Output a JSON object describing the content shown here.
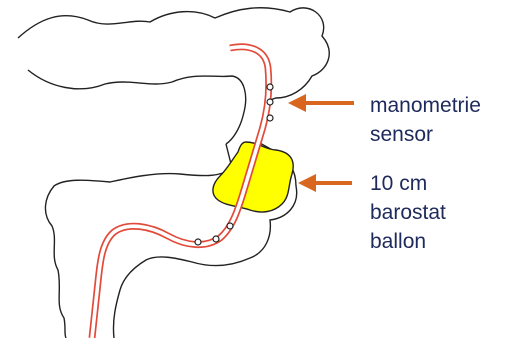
{
  "labels": {
    "sensor": {
      "line1": "manometrie",
      "line2": "sensor"
    },
    "balloon": {
      "line1": "10 cm",
      "line2": "barostat",
      "line3": "ballon"
    }
  },
  "colors": {
    "text": "#1f2a5c",
    "arrow": "#d9661f",
    "catheter": "#e24a3a",
    "balloon": "#ffff00",
    "outline": "#222222"
  }
}
